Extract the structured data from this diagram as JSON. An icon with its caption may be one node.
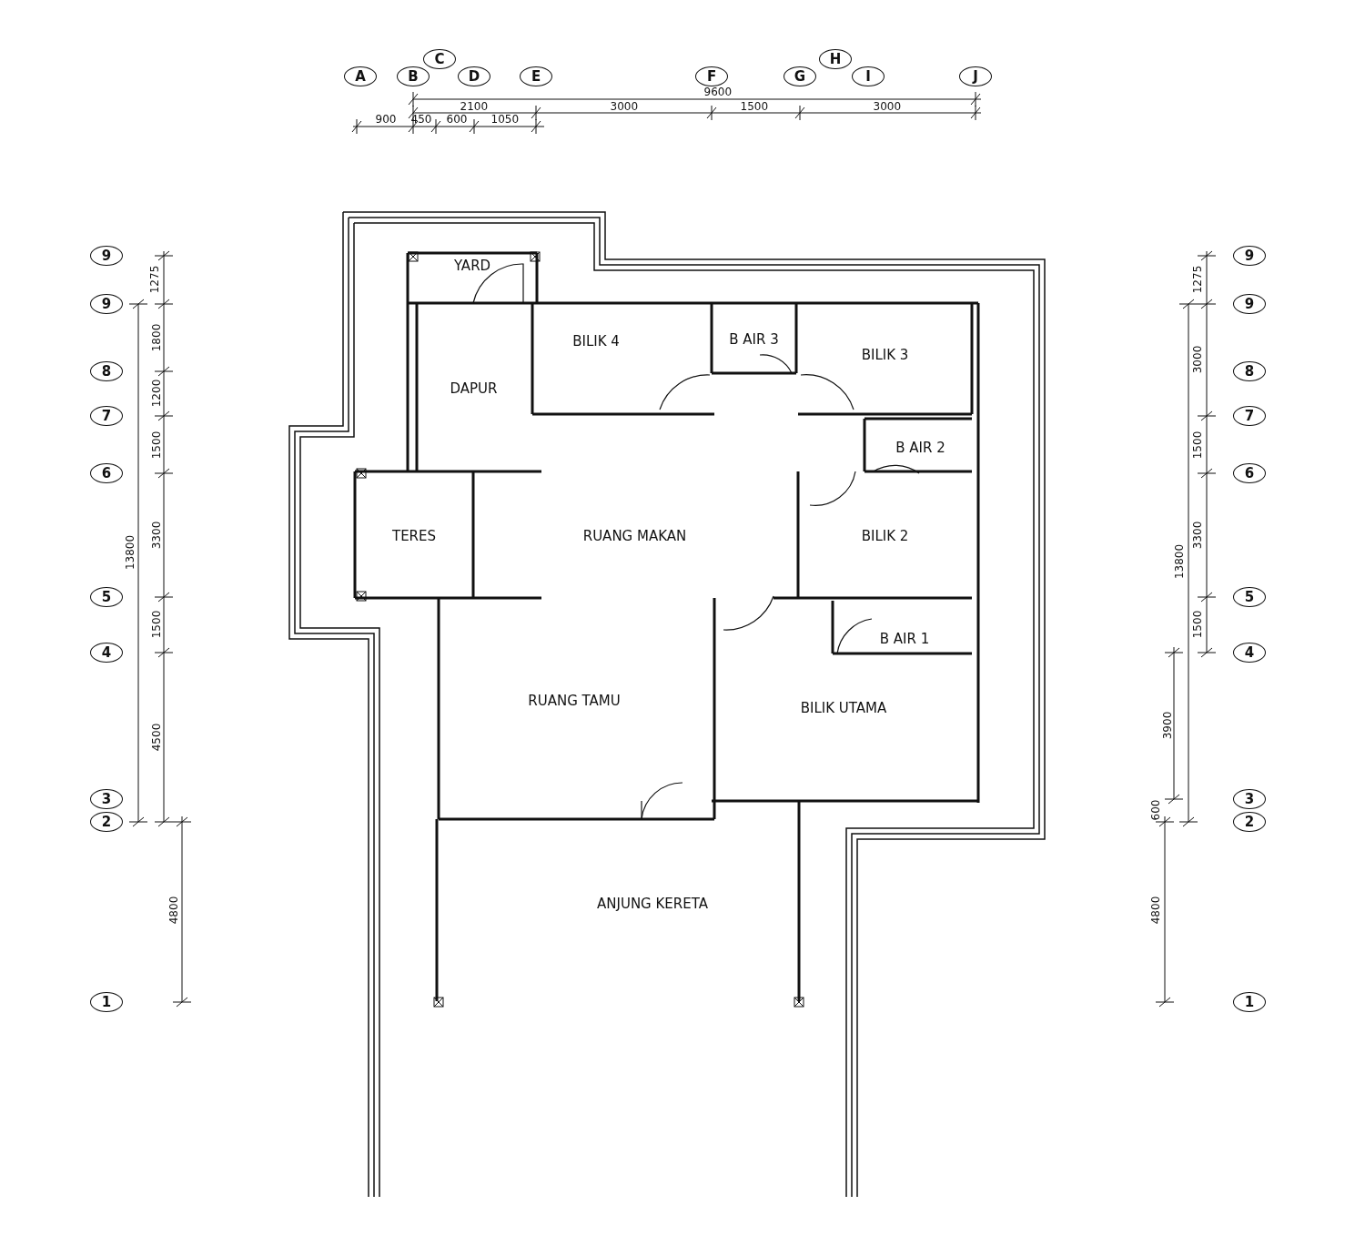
{
  "diagram": {
    "nodes": [
      {
        "text": [
          "YARD"
        ]
      },
      {
        "text": [
          "DAPUR"
        ]
      },
      {
        "text": [
          "BILIK 4"
        ]
      },
      {
        "text": [
          "B AIR 3"
        ]
      },
      {
        "text": [
          "BILIK 3"
        ]
      },
      {
        "text": [
          "B AIR 2"
        ]
      },
      {
        "text": [
          "TERES"
        ]
      },
      {
        "text": [
          "RUANG MAKAN"
        ]
      },
      {
        "text": [
          "BILIK 2"
        ]
      },
      {
        "text": [
          "B AIR 1"
        ]
      },
      {
        "text": [
          "RUANG TAMU"
        ]
      },
      {
        "text": [
          "BILIK UTAMA"
        ]
      },
      {
        "text": [
          "ANJUNG KERETA"
        ]
      }
    ],
    "labels": [
      "A",
      "B",
      "C",
      "D",
      "E",
      "F",
      "G",
      "H",
      "I",
      "J",
      "9600",
      "2100",
      "3000",
      "1500",
      "3000",
      "900",
      "450",
      "600",
      "1050",
      "9",
      "9",
      "8",
      "7",
      "6",
      "5",
      "4",
      "3",
      "2",
      "1",
      "1275",
      "1800",
      "1200",
      "1500",
      "3300",
      "1500",
      "4500",
      "13800",
      "4800",
      "9",
      "9",
      "8",
      "7",
      "6",
      "5",
      "4",
      "3",
      "2",
      "1",
      "1275",
      "3000",
      "1500",
      "3300",
      "13800",
      "1500",
      "3900",
      "600",
      "4800"
    ]
  }
}
